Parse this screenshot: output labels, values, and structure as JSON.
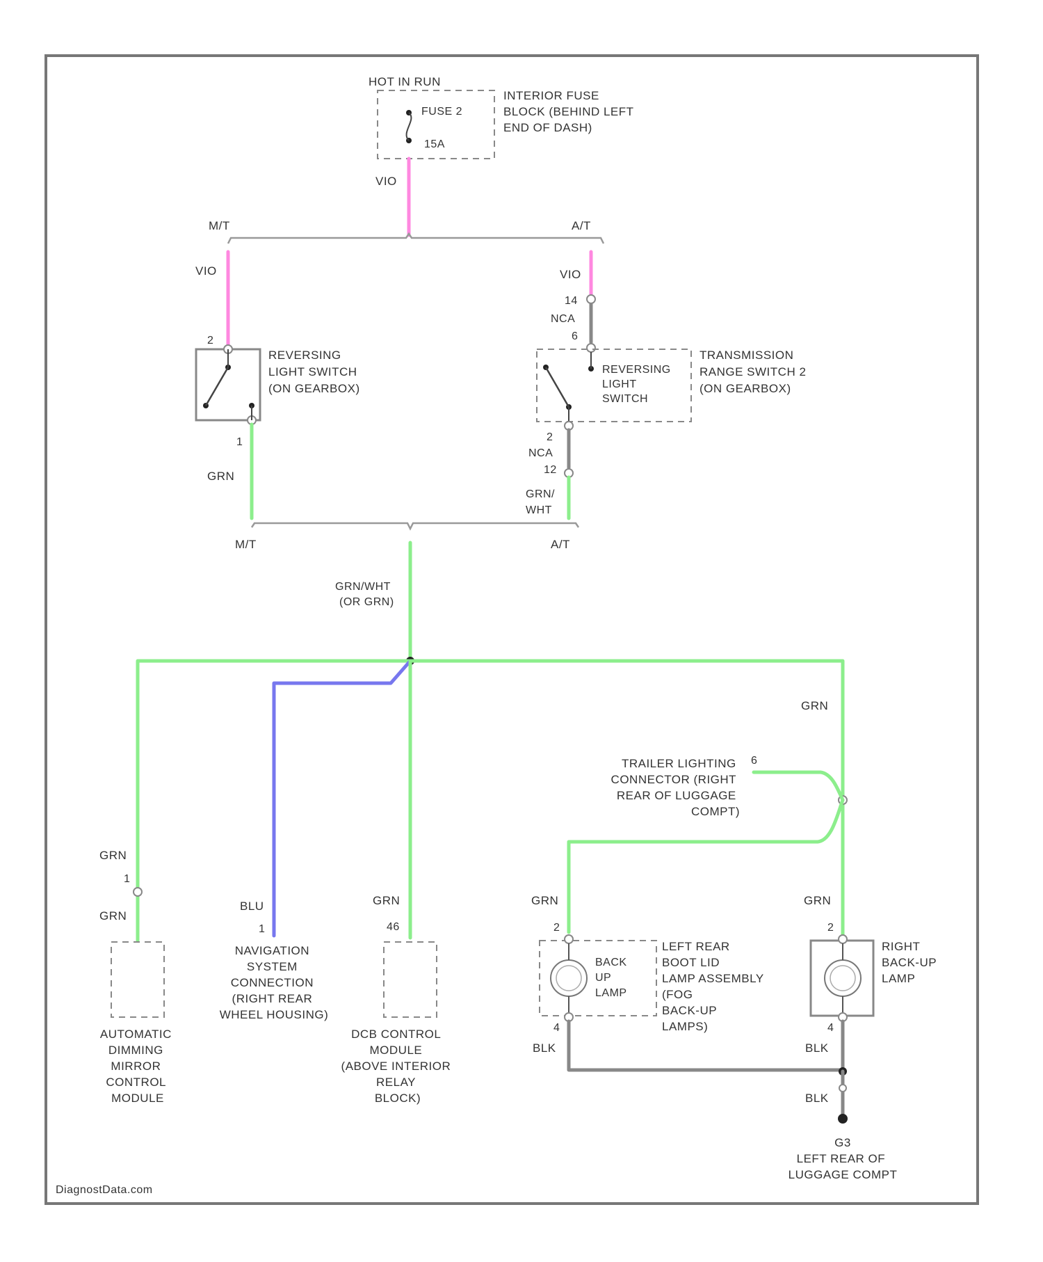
{
  "colors": {
    "violet": "#ff88e0",
    "green": "#8cee8c",
    "blue": "#7777ee",
    "black": "#888888",
    "frame": "#777777"
  },
  "fuse": {
    "header": "HOT IN RUN",
    "name": "FUSE 2",
    "rating": "15A",
    "location": [
      "INTERIOR FUSE",
      "BLOCK (BEHIND LEFT",
      "END OF DASH)"
    ]
  },
  "wires": {
    "vio": "VIO",
    "grn": "GRN",
    "blu": "BLU",
    "blk": "BLK",
    "grn_wht": [
      "GRN/",
      "WHT"
    ],
    "main_return": [
      "GRN/WHT",
      "(OR GRN)"
    ]
  },
  "branch": {
    "mt": "M/T",
    "at": "A/T"
  },
  "mt_switch": {
    "label": [
      "REVERSING",
      "LIGHT SWITCH",
      "(ON GEARBOX)"
    ],
    "pin_top": "2",
    "pin_bottom": "1"
  },
  "at_switch": {
    "inner_label": [
      "REVERSING",
      "LIGHT",
      "SWITCH"
    ],
    "outer_label": [
      "TRANSMISSION",
      "RANGE SWITCH 2",
      "(ON GEARBOX)"
    ],
    "nca": "NCA",
    "pins": [
      "14",
      "6",
      "2",
      "12"
    ]
  },
  "trailer": {
    "label": [
      "TRAILER LIGHTING",
      "CONNECTOR (RIGHT",
      "REAR OF LUGGAGE",
      "COMPT)"
    ],
    "pin": "6"
  },
  "mirror_module": {
    "label": [
      "AUTOMATIC",
      "DIMMING",
      "MIRROR",
      "CONTROL",
      "MODULE"
    ],
    "pin": "1"
  },
  "nav_connector": {
    "label": [
      "NAVIGATION",
      "SYSTEM",
      "CONNECTION",
      "(RIGHT REAR",
      "WHEEL HOUSING)"
    ],
    "pin": "1"
  },
  "dcb_module": {
    "label": [
      "DCB CONTROL",
      "MODULE",
      "(ABOVE INTERIOR",
      "RELAY",
      "BLOCK)"
    ],
    "pin": "46"
  },
  "left_lamp": {
    "inner_label": [
      "BACK",
      "UP",
      "LAMP"
    ],
    "outer_label": [
      "LEFT REAR",
      "BOOT LID",
      "LAMP ASSEMBLY",
      "(FOG",
      "BACK-UP",
      "LAMPS)"
    ],
    "pin_top": "2",
    "pin_bottom": "4"
  },
  "right_lamp": {
    "label": [
      "RIGHT",
      "BACK-UP",
      "LAMP"
    ],
    "pin_top": "2",
    "pin_bottom": "4"
  },
  "ground": {
    "name": "G3",
    "location": [
      "LEFT REAR OF",
      "LUGGAGE COMPT"
    ]
  },
  "watermark": "DiagnostData.com"
}
